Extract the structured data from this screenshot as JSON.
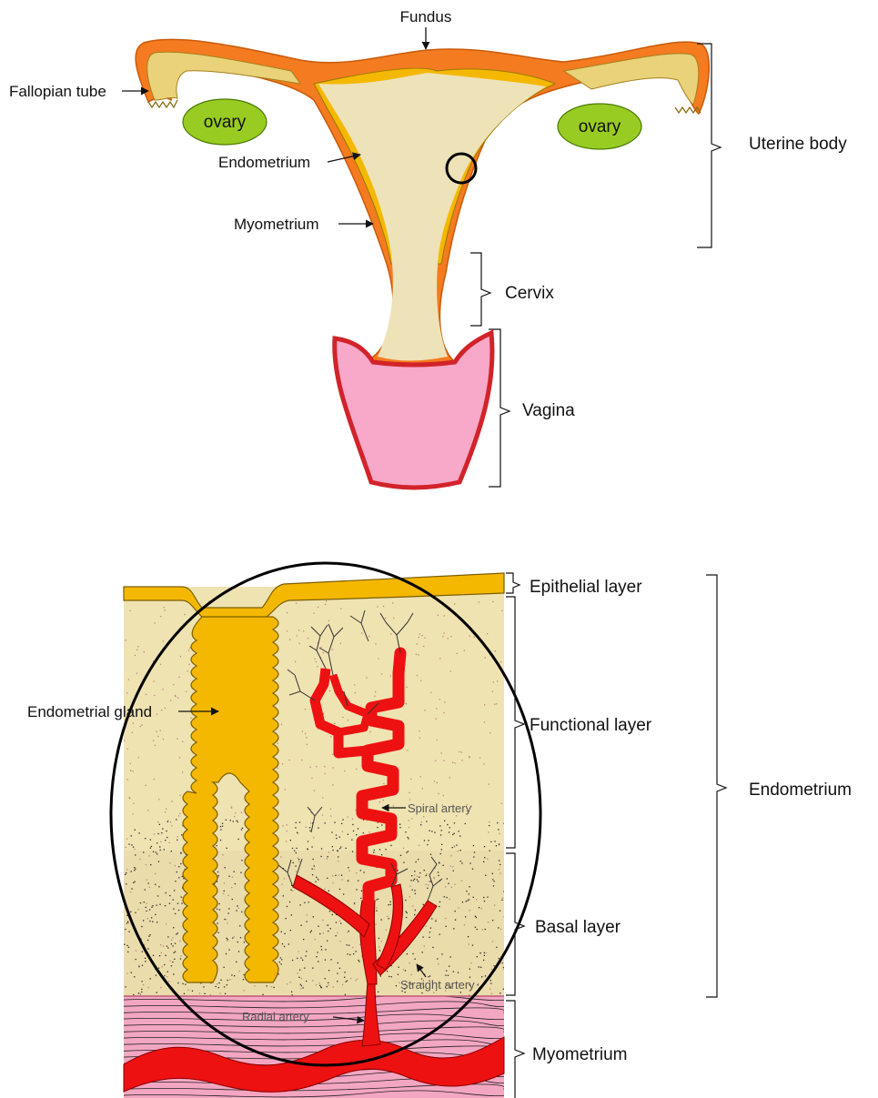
{
  "top_diagram": {
    "labels": {
      "fundus": "Fundus",
      "fallopian_tube": "Fallopian tube",
      "ovary_left": "ovary",
      "ovary_right": "ovary",
      "endometrium": "Endometrium",
      "myometrium": "Myometrium",
      "uterine_body": "Uterine body",
      "cervix": "Cervix",
      "vagina": "Vagina"
    }
  },
  "bottom_diagram": {
    "labels": {
      "epithelial_layer": "Epithelial layer",
      "functional_layer": "Functional layer",
      "endometrium": "Endometrium",
      "basal_layer": "Basal layer",
      "myometrium": "Myometrium",
      "endometrial_gland": "Endometrial gland",
      "spiral_artery": "Spiral artery",
      "straight_artery": "Straight artery",
      "radial_artery": "Radial artery"
    }
  },
  "colors": {
    "outer_wall": "#f47b20",
    "endometrium_yellow": "#f5b800",
    "cavity_beige": "#eee2b8",
    "ovary_green": "#99cc22",
    "vagina_pink": "#f8a8c8",
    "vagina_edge": "#d2232a",
    "artery_red": "#ee1111",
    "tissue_beige": "#f0e3b2",
    "myometrium_pink": "#f3a6c2"
  }
}
